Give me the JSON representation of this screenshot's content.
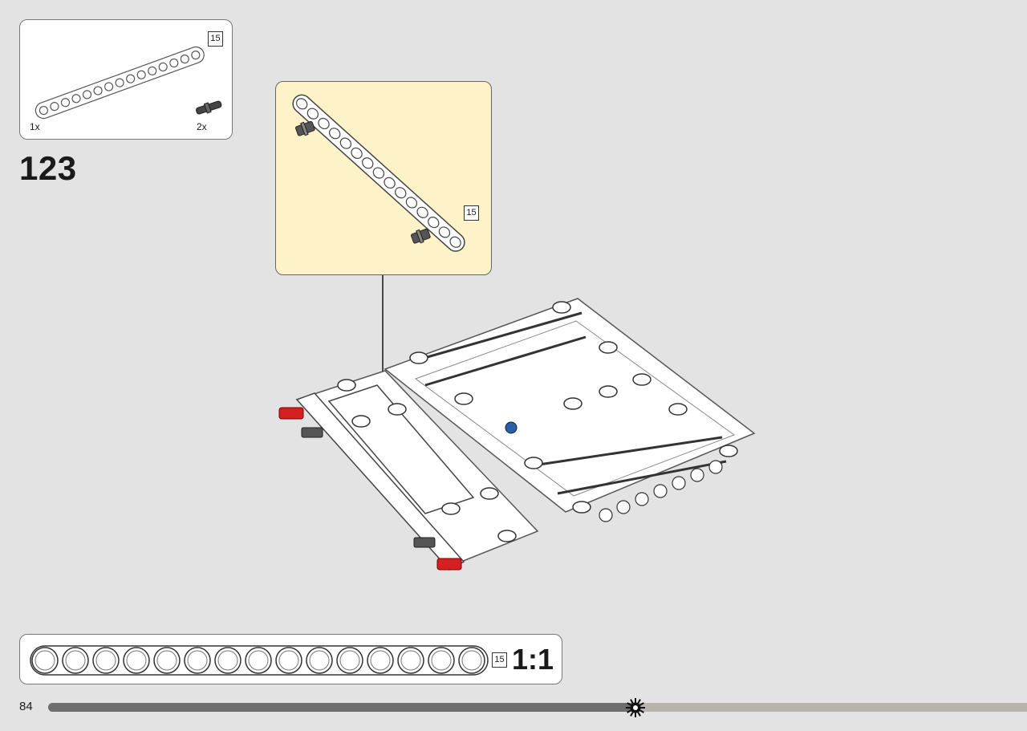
{
  "parts_list": {
    "items": [
      {
        "name": "beam-15-icon",
        "qty": "1x",
        "length_tag": "15"
      },
      {
        "name": "pin-icon",
        "qty": "2x"
      }
    ]
  },
  "step": {
    "number": "123"
  },
  "callout": {
    "length_tag": "15"
  },
  "ruler": {
    "hole_count": 15,
    "length_tag": "15",
    "scale_label": "1:1"
  },
  "footer": {
    "page_number": "84",
    "progress_fraction": 0.6
  },
  "colors": {
    "background": "#e3e3e3",
    "callout_bg": "#fdf2c8",
    "progress_fill": "#6d6d6d",
    "progress_track": "#b9b3ad",
    "red_pin": "#d42020"
  }
}
